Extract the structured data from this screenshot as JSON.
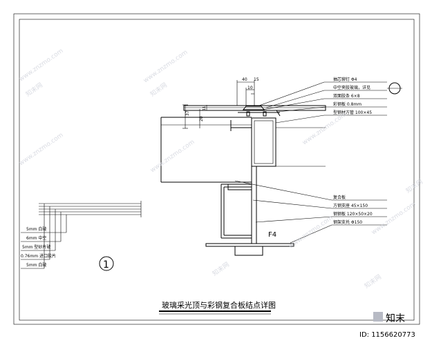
{
  "dimensions": {
    "d40": "40",
    "d15": "15",
    "d10": "10",
    "d37": "37",
    "d20": "20",
    "d11": "11"
  },
  "callouts_top": [
    "抽芯铆钉 Φ4",
    "中空夹胶玻璃，详见",
    "双面胶条 6×8",
    "彩钢板 0.8mm",
    "型钢材方管 100×45"
  ],
  "callouts_bottom": [
    "复合板",
    "方钢支座 45×150",
    "钢钢板 120×50×20",
    "钢架支托 Φ150"
  ],
  "section_label": "F4",
  "detail_number": "1",
  "legend_items": [
    "5mm 白玻",
    "6mm 中空",
    "5mm 型砂片玻",
    "0.76mm 进口胶片",
    "5mm 白玻"
  ],
  "title": "玻璃采光顶与彩钢复合板结点详图",
  "watermark_id": "ID: 1156620773",
  "watermark_brand": "知末",
  "watermark_site": "www.znzmo.com",
  "watermark_stamp": "知末网"
}
